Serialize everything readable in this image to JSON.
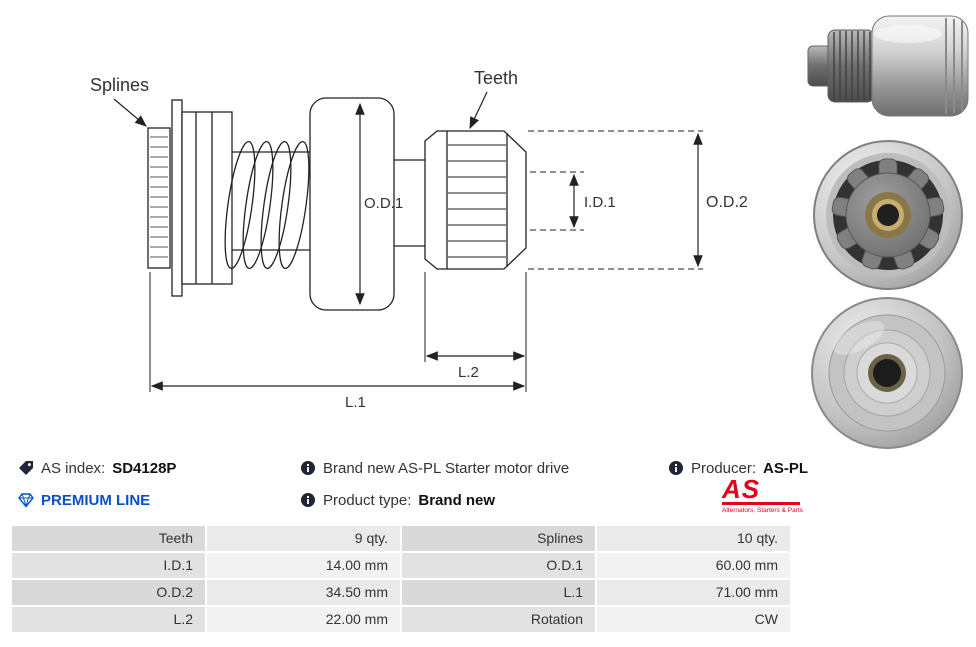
{
  "diagram": {
    "splines_label": "Splines",
    "teeth_label": "Teeth",
    "od1_label": "O.D.1",
    "id1_label": "I.D.1",
    "od2_label": "O.D.2",
    "l2_label": "L.2",
    "l1_label": "L.1"
  },
  "info": {
    "as_index_label": "AS index:",
    "as_index_value": "SD4128P",
    "description": "Brand new AS-PL Starter motor drive",
    "producer_label": "Producer:",
    "producer_value": "AS-PL",
    "premium_line": "PREMIUM LINE",
    "product_type_label": "Product type:",
    "product_type_value": "Brand new",
    "logo_text": "AS",
    "logo_tagline": "Alternators, Starters & Parts"
  },
  "table": {
    "rows": [
      {
        "c1": "Teeth",
        "c2": "9 qty.",
        "c3": "Splines",
        "c4": "10 qty."
      },
      {
        "c1": "I.D.1",
        "c2": "14.00 mm",
        "c3": "O.D.1",
        "c4": "60.00 mm"
      },
      {
        "c1": "O.D.2",
        "c2": "34.50 mm",
        "c3": "L.1",
        "c4": "71.00 mm"
      },
      {
        "c1": "L.2",
        "c2": "22.00 mm",
        "c3": "Rotation",
        "c4": "CW"
      }
    ]
  }
}
